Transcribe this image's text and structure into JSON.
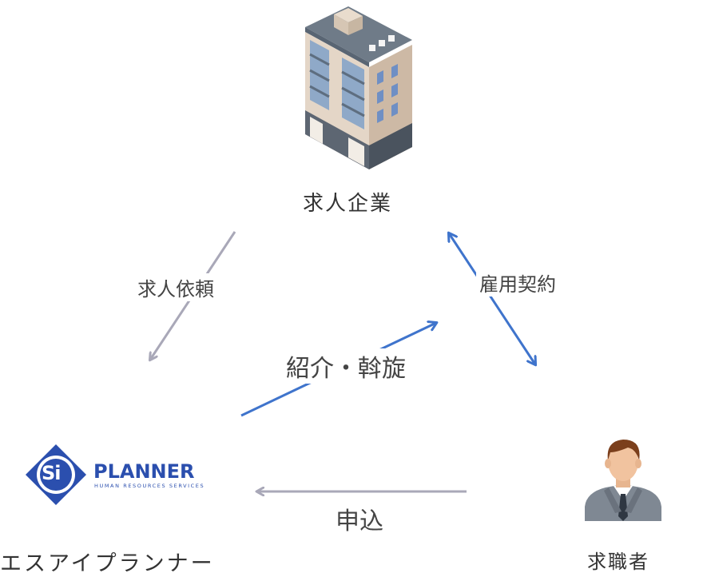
{
  "nodes": {
    "company": {
      "label": "求人企業",
      "icon": "office-building-icon"
    },
    "agency": {
      "label": "エスアイプランナー",
      "logo_mark": "Si",
      "logo_name": "PLANNER",
      "logo_tagline": "HUMAN RESOURCES SERVICES"
    },
    "jobseeker": {
      "label": "求職者",
      "icon": "businessman-icon"
    }
  },
  "edges": {
    "request": {
      "label": "求人依頼",
      "from": "company",
      "to": "agency",
      "color": "#a9a8b8"
    },
    "introduction": {
      "label": "紹介・斡旋",
      "from": "agency",
      "to": "company",
      "color": "#3f74cc"
    },
    "contract": {
      "label": "雇用契約",
      "from": "company",
      "to": "jobseeker",
      "bidirectional": true,
      "color": "#3f74cc"
    },
    "application": {
      "label": "申込",
      "from": "jobseeker",
      "to": "agency",
      "color": "#a9a8b8"
    }
  },
  "colors": {
    "brand": "#2b4fae",
    "blue_arrow": "#3f74cc",
    "gray_arrow": "#a9a8b8"
  }
}
